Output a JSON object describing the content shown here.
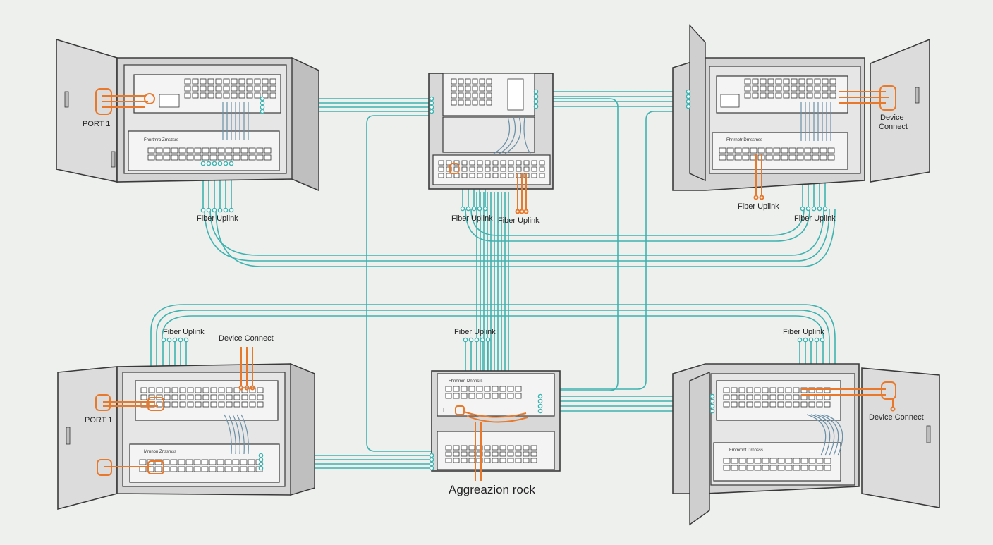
{
  "colors": {
    "background": "#eef0ee",
    "fiber": "#3fb3b0",
    "copper": "#e8782a",
    "cabinet": "#d9d9d9",
    "outline": "#3a3a3a"
  },
  "labels": {
    "port1_top": "PORT 1",
    "port1_bottom": "PORT 1",
    "device_connect_top_right": "Device\nConnect",
    "device_connect_bottom_left": "Device Connect",
    "device_connect_bottom_right": "Device Connect",
    "fiber_uplink_top_left": "Fiber Uplink",
    "fiber_uplink_center_a": "Fiber Uplink",
    "fiber_uplink_center_b": "Fiber Uplink",
    "fiber_uplink_top_right_a": "Fiber Uplink",
    "fiber_uplink_top_right_b": "Fiber Uplink",
    "fiber_uplink_bottom_left": "Fiber Uplink",
    "fiber_uplink_bottom_center": "Fiber Uplink",
    "fiber_uplink_bottom_right": "Fiber Uplink",
    "aggregation_rack": "Aggreazion rock"
  },
  "switch_plates": {
    "tl": "Fhnrtmro Zrnszsrs",
    "tr": "Fhnrnotr Drnssmss",
    "bl": "Mrnnon Znssmss",
    "br": "Frnmrnot Drnnsss",
    "agg": "Fhnrtmrn Dnnnsrs"
  },
  "agg_indicator": "L"
}
